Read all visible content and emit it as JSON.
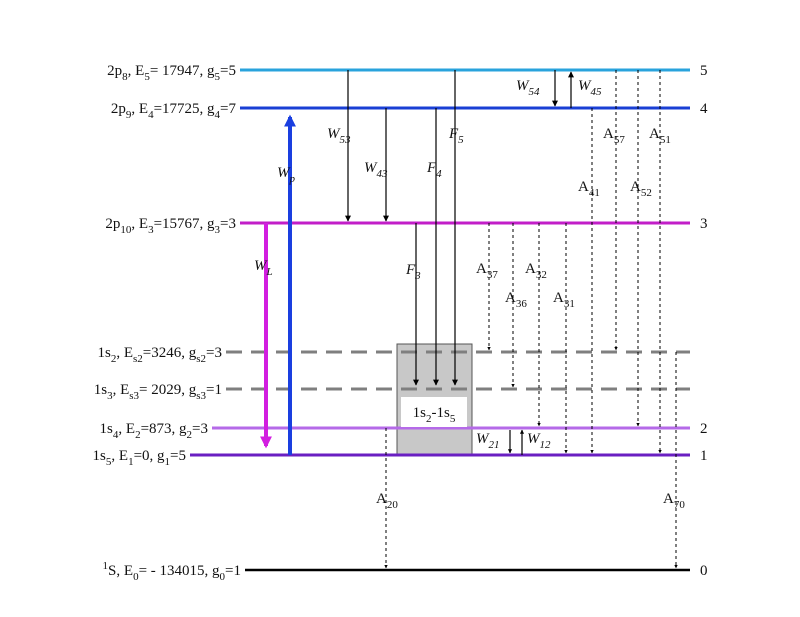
{
  "levels": [
    {
      "id": "L5",
      "label": [
        [
          "2p"
        ],
        [
          "8",
          "s"
        ],
        [
          ", E"
        ],
        [
          "5",
          "s"
        ],
        [
          "= 17947, g"
        ],
        [
          "5",
          "s"
        ],
        [
          "=5"
        ]
      ],
      "index": "5",
      "color": "#29a3dc",
      "style": "solid"
    },
    {
      "id": "L4",
      "label": [
        [
          "2p"
        ],
        [
          "9",
          "s"
        ],
        [
          ", E"
        ],
        [
          "4",
          "s"
        ],
        [
          "=17725, g"
        ],
        [
          "4",
          "s"
        ],
        [
          "=7"
        ]
      ],
      "index": "4",
      "color": "#1a3fd4",
      "style": "solid"
    },
    {
      "id": "L3",
      "label": [
        [
          "2p"
        ],
        [
          "10",
          "s"
        ],
        [
          ", E"
        ],
        [
          "3",
          "s"
        ],
        [
          "=15767, g"
        ],
        [
          "3",
          "s"
        ],
        [
          "=3"
        ]
      ],
      "index": "3",
      "color": "#c21ec8",
      "style": "solid"
    },
    {
      "id": "Ls2",
      "label": [
        [
          "1s"
        ],
        [
          "2",
          "s"
        ],
        [
          ", E"
        ],
        [
          "s2",
          "s"
        ],
        [
          "=3246, g"
        ],
        [
          "s2",
          "s"
        ],
        [
          "=3"
        ]
      ],
      "index": "",
      "color": "#7f7f7f",
      "style": "dashed"
    },
    {
      "id": "Ls3",
      "label": [
        [
          "1s"
        ],
        [
          "3",
          "s"
        ],
        [
          ", E"
        ],
        [
          "s3",
          "s"
        ],
        [
          "= 2029, g"
        ],
        [
          "s3",
          "s"
        ],
        [
          "=1"
        ]
      ],
      "index": "",
      "color": "#7f7f7f",
      "style": "dashed"
    },
    {
      "id": "L2",
      "label": [
        [
          "1s"
        ],
        [
          "4",
          "s"
        ],
        [
          ", E"
        ],
        [
          "2",
          "s"
        ],
        [
          "=873, g"
        ],
        [
          "2",
          "s"
        ],
        [
          "=3"
        ]
      ],
      "index": "2",
      "color": "#b56ae8",
      "style": "solid"
    },
    {
      "id": "L1",
      "label": [
        [
          "1s"
        ],
        [
          "5",
          "s"
        ],
        [
          ", E"
        ],
        [
          "1",
          "s"
        ],
        [
          "=0, g"
        ],
        [
          "1",
          "s"
        ],
        [
          "=5"
        ]
      ],
      "index": "1",
      "color": "#6a1fc2",
      "style": "solid"
    },
    {
      "id": "L0",
      "label": [
        [
          "1",
          "p"
        ],
        [
          "S, E"
        ],
        [
          "0",
          "s"
        ],
        [
          "= - 134015, g"
        ],
        [
          "0",
          "s"
        ],
        [
          "=1"
        ]
      ],
      "index": "0",
      "color": "#000000",
      "style": "solid"
    }
  ],
  "box_label": [
    [
      "1s"
    ],
    [
      "2",
      "s"
    ],
    [
      "-1s"
    ],
    [
      "5",
      "s"
    ]
  ],
  "transitions": [
    {
      "id": "W54",
      "label": [
        [
          "W",
          "i"
        ],
        [
          "54",
          "si"
        ]
      ],
      "type": "solid"
    },
    {
      "id": "W45",
      "label": [
        [
          "W",
          "i"
        ],
        [
          "45",
          "si"
        ]
      ],
      "type": "solid"
    },
    {
      "id": "W53",
      "label": [
        [
          "W",
          "i"
        ],
        [
          "53",
          "si"
        ]
      ],
      "type": "solid"
    },
    {
      "id": "W43",
      "label": [
        [
          "W",
          "i"
        ],
        [
          "43",
          "si"
        ]
      ],
      "type": "solid"
    },
    {
      "id": "F4",
      "label": [
        [
          "F",
          "i"
        ],
        [
          "4",
          "si"
        ]
      ],
      "type": "solid"
    },
    {
      "id": "F5",
      "label": [
        [
          "F",
          "i"
        ],
        [
          "5",
          "si"
        ]
      ],
      "type": "solid"
    },
    {
      "id": "F3",
      "label": [
        [
          "F",
          "i"
        ],
        [
          "3",
          "si"
        ]
      ],
      "type": "solid"
    },
    {
      "id": "Wp",
      "label": [
        [
          "W",
          "i"
        ],
        [
          "p",
          "si"
        ]
      ],
      "type": "pump"
    },
    {
      "id": "WL",
      "label": [
        [
          "W",
          "i"
        ],
        [
          "L",
          "si"
        ]
      ],
      "type": "laser"
    },
    {
      "id": "A57",
      "label": [
        [
          "A"
        ],
        [
          "57",
          "s"
        ]
      ],
      "type": "dashed"
    },
    {
      "id": "A51",
      "label": [
        [
          "A"
        ],
        [
          "51",
          "s"
        ]
      ],
      "type": "dashed"
    },
    {
      "id": "A41",
      "label": [
        [
          "A"
        ],
        [
          "41",
          "s"
        ]
      ],
      "type": "dashed"
    },
    {
      "id": "A52",
      "label": [
        [
          "A"
        ],
        [
          "52",
          "s"
        ]
      ],
      "type": "dashed"
    },
    {
      "id": "A37",
      "label": [
        [
          "A"
        ],
        [
          "37",
          "s"
        ]
      ],
      "type": "dashed"
    },
    {
      "id": "A32",
      "label": [
        [
          "A"
        ],
        [
          "32",
          "s"
        ]
      ],
      "type": "dashed"
    },
    {
      "id": "A36",
      "label": [
        [
          "A"
        ],
        [
          "36",
          "s"
        ]
      ],
      "type": "dashed"
    },
    {
      "id": "A31",
      "label": [
        [
          "A"
        ],
        [
          "31",
          "s"
        ]
      ],
      "type": "dashed"
    },
    {
      "id": "W21",
      "label": [
        [
          "W",
          "i"
        ],
        [
          "21",
          "si"
        ]
      ],
      "type": "solid"
    },
    {
      "id": "W12",
      "label": [
        [
          "W",
          "i"
        ],
        [
          "12",
          "si"
        ]
      ],
      "type": "solid"
    },
    {
      "id": "A20",
      "label": [
        [
          "A"
        ],
        [
          "20",
          "s"
        ]
      ],
      "type": "dashed"
    },
    {
      "id": "A70",
      "label": [
        [
          "A"
        ],
        [
          "70",
          "s"
        ]
      ],
      "type": "dashed"
    }
  ],
  "colors": {
    "pump": "#1a3fe0",
    "laser": "#d21ee0",
    "box": "#c8c8c8",
    "arrow": "#000000"
  }
}
